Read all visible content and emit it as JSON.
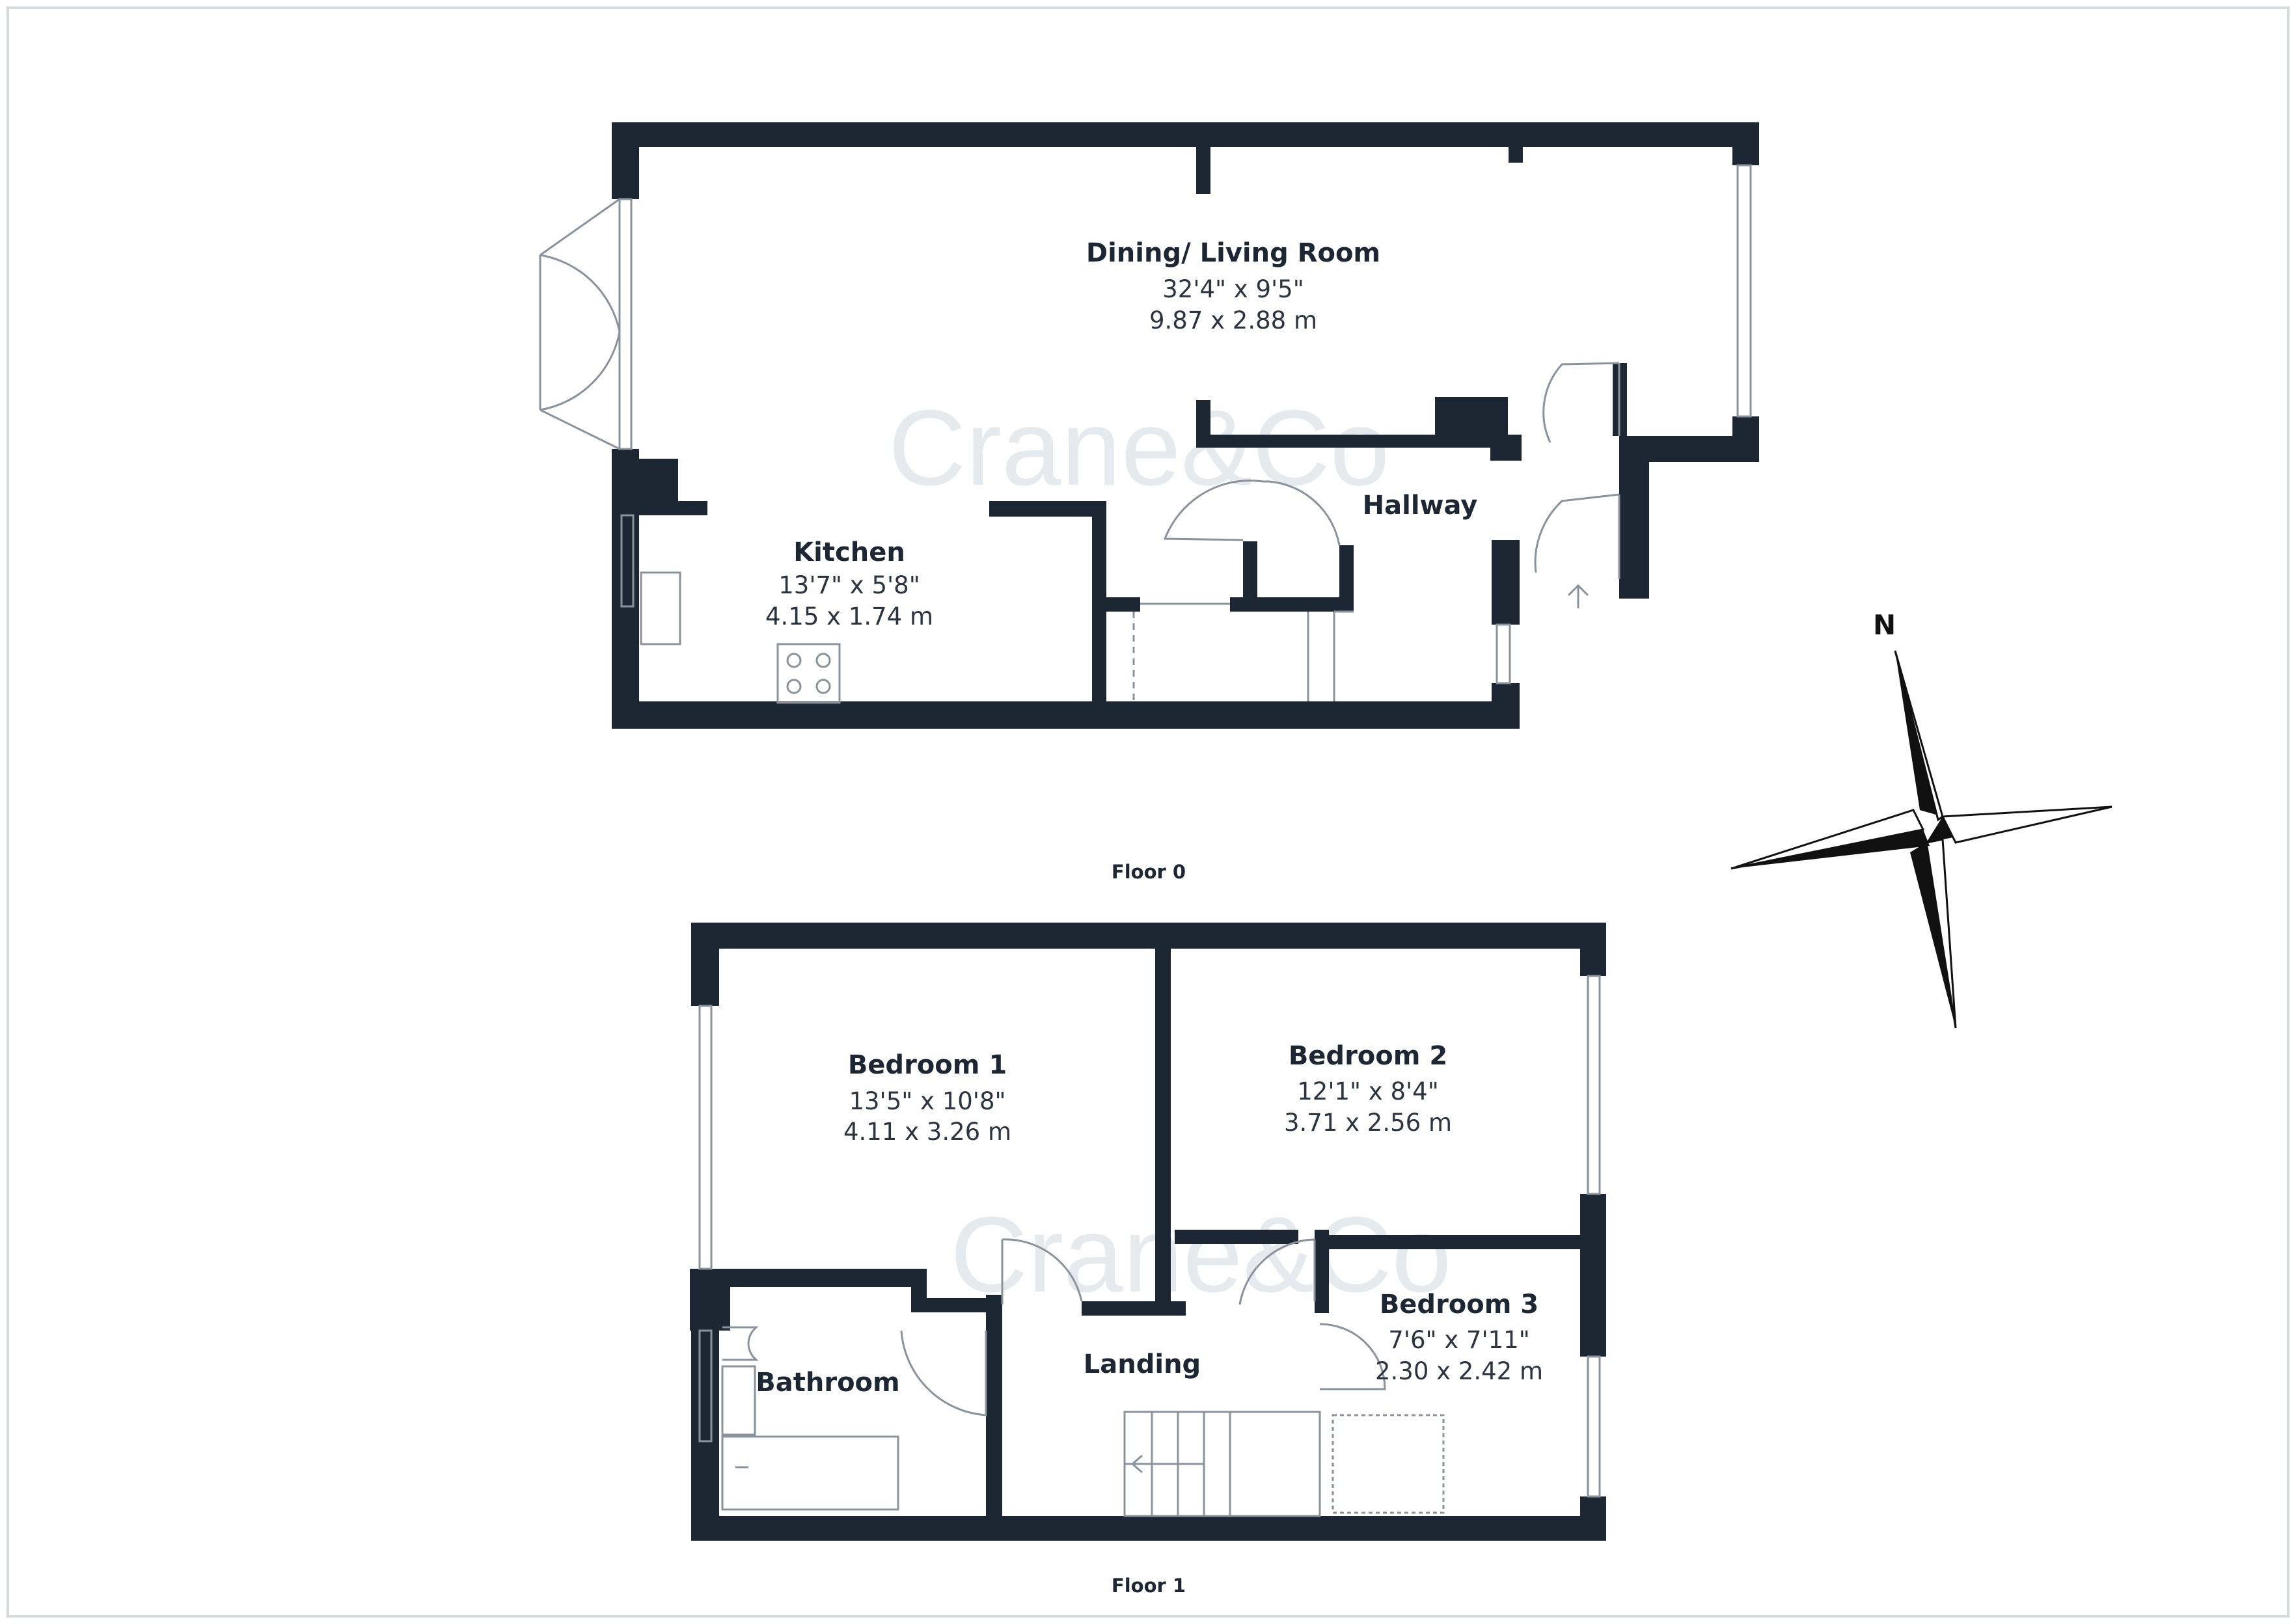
{
  "watermark": "Crane&Co",
  "compass": {
    "letter": "N"
  },
  "floors": [
    {
      "label": "Floor 0"
    },
    {
      "label": "Floor 1"
    }
  ],
  "rooms": {
    "dining_living": {
      "name": "Dining/ Living Room",
      "imperial": "32'4\" x 9'5\"",
      "metric": "9.87 x 2.88 m"
    },
    "kitchen": {
      "name": "Kitchen",
      "imperial": "13'7\" x 5'8\"",
      "metric": "4.15 x 1.74 m"
    },
    "hallway": {
      "name": "Hallway"
    },
    "bedroom1": {
      "name": "Bedroom 1",
      "imperial": "13'5\" x 10'8\"",
      "metric": "4.11 x 3.26 m"
    },
    "bedroom2": {
      "name": "Bedroom 2",
      "imperial": "12'1\" x 8'4\"",
      "metric": "3.71 x 2.56 m"
    },
    "bedroom3": {
      "name": "Bedroom 3",
      "imperial": "7'6\" x 7'11\"",
      "metric": "2.30 x 2.42 m"
    },
    "bathroom": {
      "name": "Bathroom"
    },
    "landing": {
      "name": "Landing"
    }
  },
  "colors": {
    "wall": "#1d2733",
    "line": "#8a939c",
    "background": "#ffffff"
  }
}
